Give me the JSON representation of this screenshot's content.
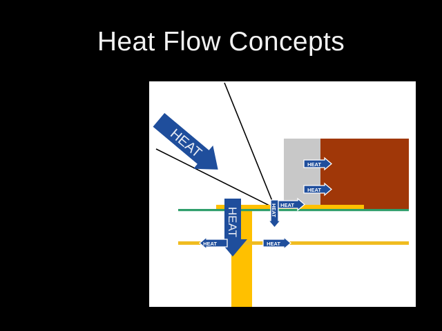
{
  "slide": {
    "title": "Heat Flow Concepts",
    "background_color": "#000000",
    "title_color": "#f2f2f2"
  },
  "diagram": {
    "panel_background": "#ffffff",
    "colors": {
      "arrow_blue": "#1f4e9c",
      "arrow_blue_dark": "#17408a",
      "slab_gray": "#c8c8c8",
      "slab_brown": "#a03708",
      "band_yellow": "#ffc000",
      "line_yellow": "#f0bc20",
      "ground_green": "#2e9e6b",
      "ray_black": "#000000"
    },
    "big_arrows": [
      {
        "name": "incoming-solar-heat-arrow",
        "label": "HEAT",
        "direction": "down-right",
        "rotation_deg": 40
      },
      {
        "name": "ground-conduction-heat-arrow",
        "label": "HEAT",
        "direction": "down",
        "rotation_deg": 90
      }
    ],
    "small_arrows": [
      {
        "name": "wall-heat-arrow-upper",
        "label": "HEAT",
        "direction": "right"
      },
      {
        "name": "wall-heat-arrow-lower",
        "label": "HEAT",
        "direction": "right"
      },
      {
        "name": "junction-heat-arrow-right",
        "label": "HEAT",
        "direction": "right"
      },
      {
        "name": "junction-heat-arrow-down",
        "label": "HEAT",
        "direction": "down"
      },
      {
        "name": "slab-heat-arrow-left",
        "label": "HEAT",
        "direction": "left"
      },
      {
        "name": "slab-heat-arrow-right",
        "label": "HEAT",
        "direction": "right"
      }
    ],
    "elements": [
      {
        "name": "insulation-slab",
        "color": "#c8c8c8"
      },
      {
        "name": "masonry-wall",
        "color": "#a03708"
      },
      {
        "name": "grade-line",
        "color": "#2e9e6b"
      },
      {
        "name": "floor-slab-band",
        "color": "#ffc000"
      },
      {
        "name": "foundation-column",
        "color": "#ffc000"
      },
      {
        "name": "sub-slab-line",
        "color": "#f0bc20"
      },
      {
        "name": "solar-ray-upper",
        "color": "#000000"
      },
      {
        "name": "solar-ray-lower",
        "color": "#000000"
      }
    ]
  }
}
